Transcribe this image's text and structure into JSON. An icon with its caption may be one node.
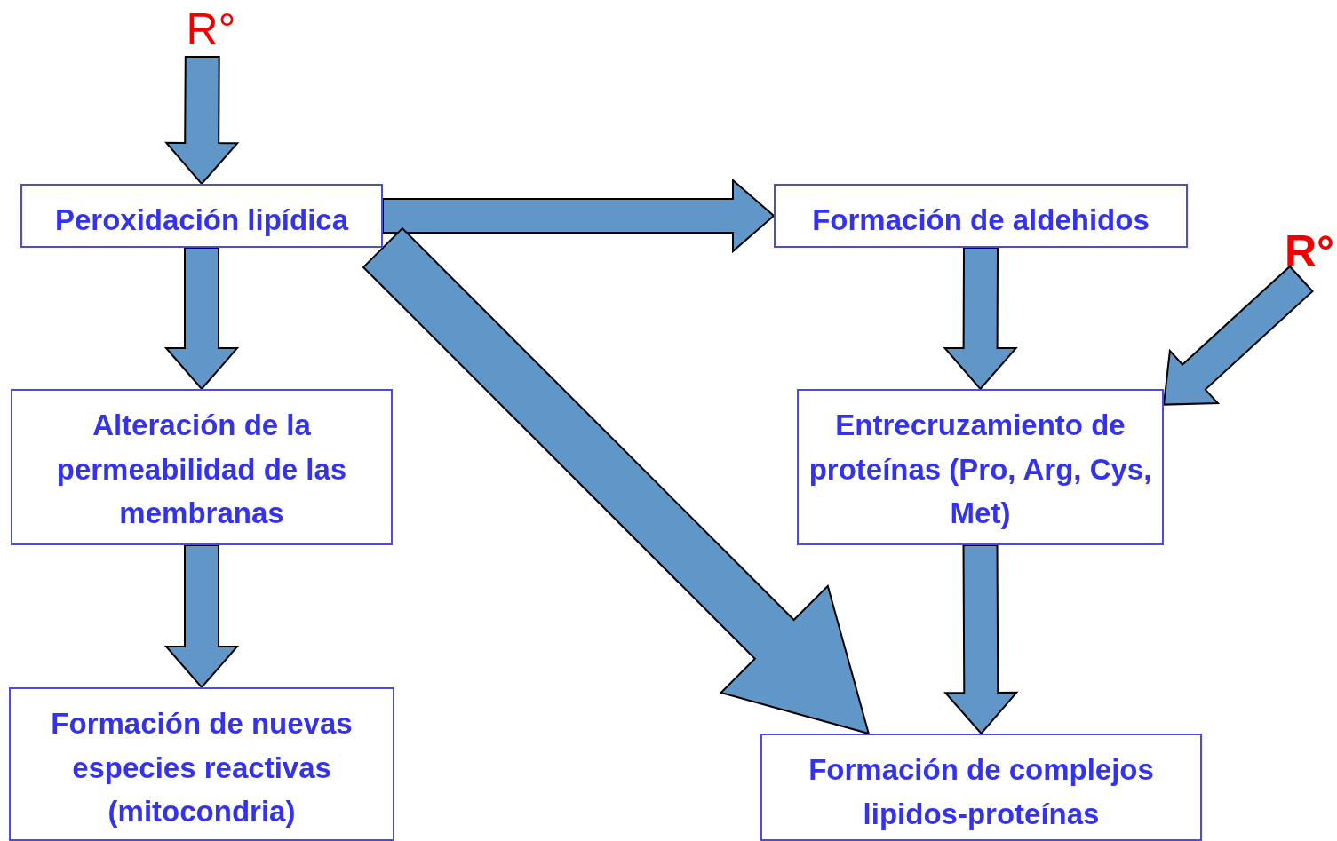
{
  "diagram": {
    "nodes": [
      {
        "text": [
          "R°"
        ]
      },
      {
        "text": [
          "Peroxidación lipídica"
        ]
      },
      {
        "text": [
          "Alteración de la permeabilidad de las membranas"
        ]
      },
      {
        "text": [
          "Formación de nuevas especies reactivas (mitocondria)"
        ]
      },
      {
        "text": [
          "Formación de aldehidos"
        ]
      },
      {
        "text": [
          "R°"
        ]
      },
      {
        "text": [
          "Entrecruzamiento de proteínas (Pro, Arg, Cys, Met)"
        ]
      },
      {
        "text": [
          "Formación de complejos lipidos-proteínas"
        ]
      }
    ],
    "edges": [
      {
        "from": 0,
        "to": 1,
        "arrow": "to"
      },
      {
        "from": 1,
        "to": 2,
        "arrow": "to"
      },
      {
        "from": 2,
        "to": 3,
        "arrow": "to"
      },
      {
        "from": 1,
        "to": 4,
        "arrow": "to"
      },
      {
        "from": 1,
        "to": 7,
        "arrow": "to",
        "style": "thick"
      },
      {
        "from": 4,
        "to": 6,
        "arrow": "to"
      },
      {
        "from": 5,
        "to": 6,
        "arrow": "to"
      },
      {
        "from": 6,
        "to": 7,
        "arrow": "to"
      }
    ]
  }
}
